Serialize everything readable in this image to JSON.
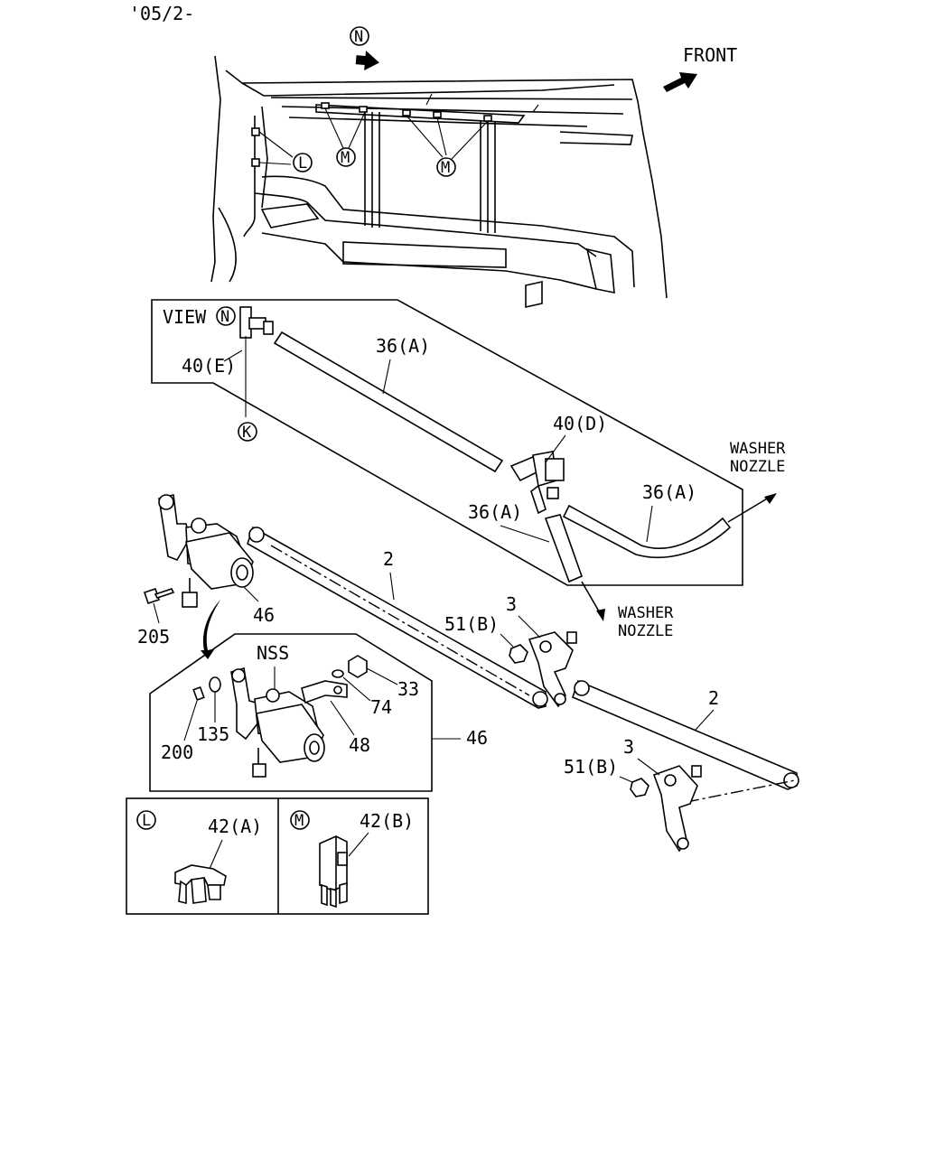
{
  "header": {
    "date_code": "'05/2-"
  },
  "labels": {
    "front": "FRONT",
    "view": "VIEW",
    "washer_nozzle_line1": "WASHER",
    "washer_nozzle_line2": "NOZZLE",
    "nss": "NSS"
  },
  "callouts": {
    "c_N_top": "N",
    "c_N_view": "N",
    "c_L_body": "L",
    "c_M_body_1": "M",
    "c_M_body_2": "M",
    "c_K": "K",
    "c_L_box": "L",
    "c_M_box": "M"
  },
  "parts": {
    "p_36A_top": "36(A)",
    "p_40E": "40(E)",
    "p_40D": "40(D)",
    "p_36A_right": "36(A)",
    "p_36A_mid": "36(A)",
    "p_2_upper": "2",
    "p_3_upper": "3",
    "p_51B_upper": "51(B)",
    "p_46_motor": "46",
    "p_205": "205",
    "p_33": "33",
    "p_74": "74",
    "p_48": "48",
    "p_135": "135",
    "p_200": "200",
    "p_46_detail": "46",
    "p_2_lower": "2",
    "p_3_lower": "3",
    "p_51B_lower": "51(B)",
    "p_42A": "42(A)",
    "p_42B": "42(B)"
  }
}
